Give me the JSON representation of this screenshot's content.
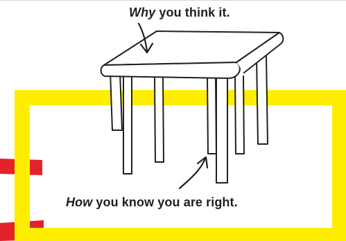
{
  "labels": {
    "why_emphasis": "Why",
    "why_rest": " you think it.",
    "how_emphasis": "How",
    "how_rest": " you know you are right."
  },
  "colors": {
    "highlight_yellow": "#ffee00",
    "accent_red": "#e3222b",
    "ink": "#1f1f1f"
  },
  "icons": [
    "table-drawing",
    "arrow-icon"
  ]
}
